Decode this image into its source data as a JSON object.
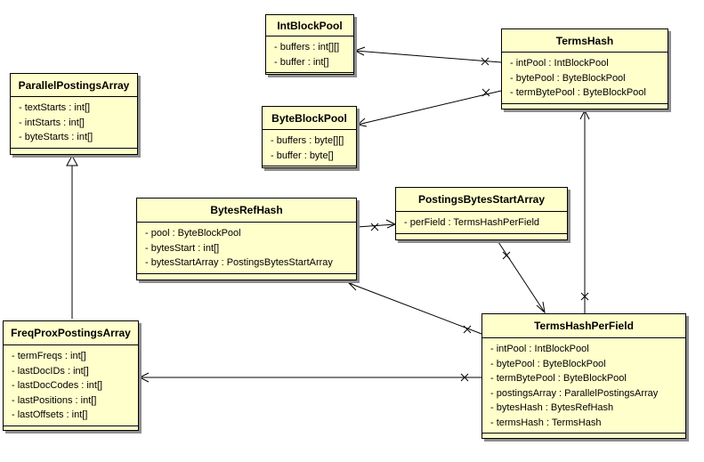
{
  "classes": {
    "intblockpool": {
      "name": "IntBlockPool",
      "attributes": [
        "- buffers : int[][]",
        "- buffer : int[]"
      ]
    },
    "termshash": {
      "name": "TermsHash",
      "attributes": [
        "- intPool : IntBlockPool",
        "- bytePool : ByteBlockPool",
        "- termBytePool : ByteBlockPool"
      ]
    },
    "parallelpostingsarray": {
      "name": "ParallelPostingsArray",
      "attributes": [
        "- textStarts : int[]",
        "- intStarts : int[]",
        "- byteStarts : int[]"
      ]
    },
    "byteblockpool": {
      "name": "ByteBlockPool",
      "attributes": [
        "- buffers : byte[][]",
        "- buffer : byte[]"
      ]
    },
    "bytesrefhash": {
      "name": "BytesRefHash",
      "attributes": [
        "- pool : ByteBlockPool",
        "- bytesStart : int[]",
        "- bytesStartArray : PostingsBytesStartArray"
      ]
    },
    "postingsbytesstartarray": {
      "name": "PostingsBytesStartArray",
      "attributes": [
        "- perField : TermsHashPerField"
      ]
    },
    "freqproxpostingsarray": {
      "name": "FreqProxPostingsArray",
      "attributes": [
        "- termFreqs : int[]",
        "- lastDocIDs : int[]",
        "- lastDocCodes : int[]",
        "- lastPositions : int[]",
        "- lastOffsets : int[]"
      ]
    },
    "termshashperfield": {
      "name": "TermsHashPerField",
      "attributes": [
        "- intPool : IntBlockPool",
        "- bytePool : ByteBlockPool",
        "- termBytePool : ByteBlockPool",
        "- postingsArray : ParallelPostingsArray",
        "- bytesHash : BytesRefHash",
        "- termsHash : TermsHash"
      ]
    }
  }
}
